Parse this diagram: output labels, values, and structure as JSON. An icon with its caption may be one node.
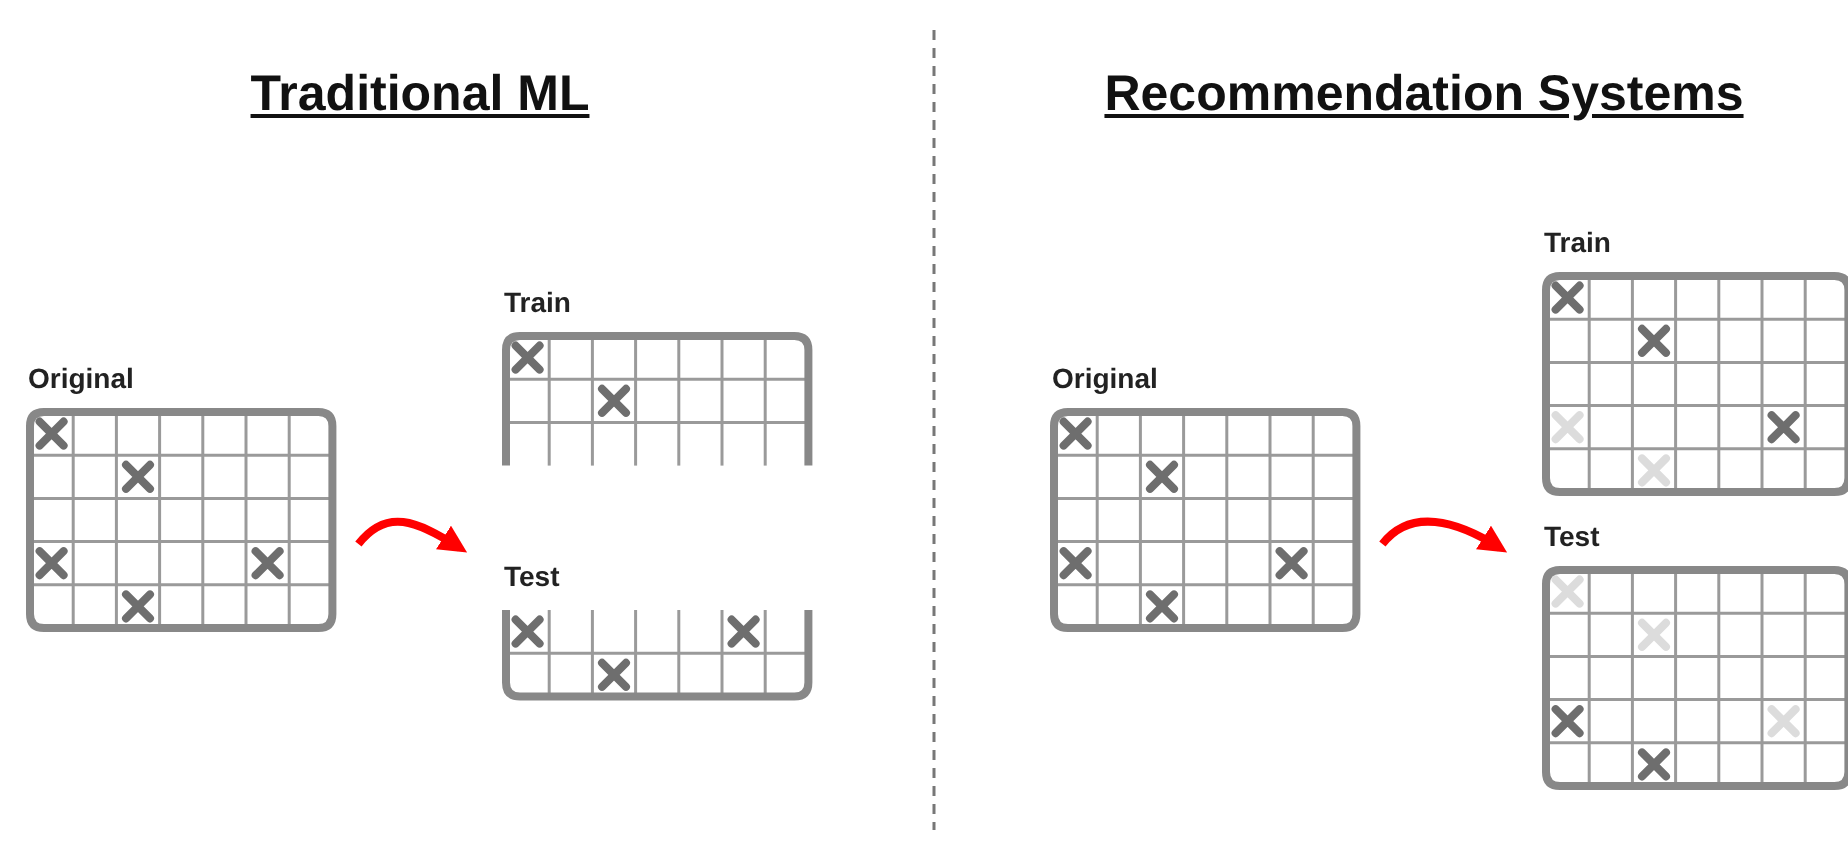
{
  "diagram": {
    "nodes": [
      {
        "text": [
          "Original"
        ]
      },
      {
        "text": [
          "Train"
        ]
      },
      {
        "text": [
          "Test"
        ]
      },
      {
        "text": [
          "Original"
        ]
      },
      {
        "text": [
          "Train"
        ]
      },
      {
        "text": [
          "Test"
        ]
      }
    ],
    "edges": [
      {
        "from": 0,
        "to": 2,
        "arrow": "to",
        "color": "#ff0000"
      },
      {
        "from": 3,
        "to": 5,
        "arrow": "to",
        "color": "#ff0000"
      }
    ],
    "labels": [
      "Traditional ML",
      "Recommendation Systems"
    ]
  }
}
